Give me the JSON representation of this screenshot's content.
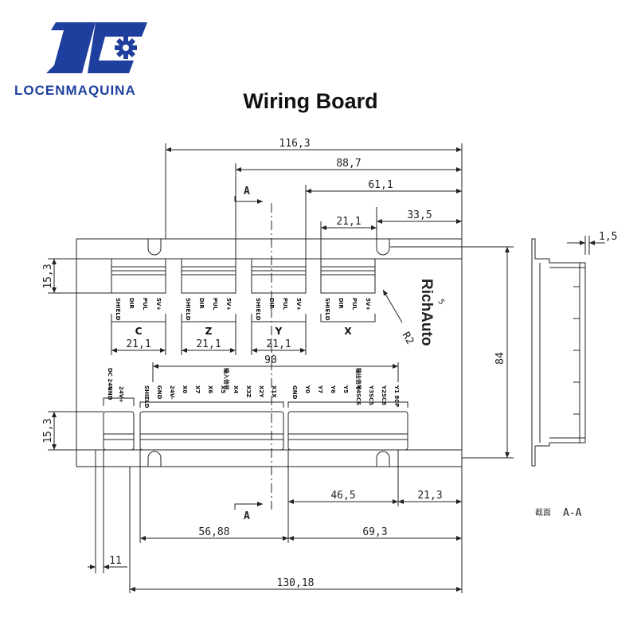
{
  "logo": {
    "name": "LOCENMAQUINA",
    "accent": "#1e3f9e"
  },
  "title": "Wiring Board",
  "brand": "RichAuto",
  "dimensions": {
    "overall_span": "116,3",
    "d_88_7": "88,7",
    "d_61_1": "61,1",
    "d_21_1_top": "21,1",
    "d_33_5": "33,5",
    "d_1_5": "1,5",
    "height_84": "84",
    "d_15_3_top": "15,3",
    "d_15_3_bottom": "15,3",
    "block_c": "21,1",
    "block_z": "21,1",
    "block_y": "21,1",
    "d_90": "90",
    "d_46_5": "46,5",
    "d_21_3": "21,3",
    "d_56_88": "56,88",
    "d_69_3": "69,3",
    "d_11": "11",
    "total_width": "130,18",
    "radius": "R2",
    "radius_5": "5"
  },
  "axes": {
    "c": "C",
    "z": "Z",
    "y": "Y",
    "x": "X"
  },
  "section_marks": {
    "top": "A",
    "bottom": "A"
  },
  "section_caption": {
    "prefix": "截面",
    "label": "A-A"
  },
  "axis_pins": [
    "SHIELD",
    "DIR",
    "PUL",
    "5V+"
  ],
  "power_pins": [
    "GND",
    "24V+"
  ],
  "power_header": "DC 24V",
  "input_header": "输入信号",
  "output_header": "输出信号",
  "input_pins": [
    "SHIELD",
    "GND",
    "24V-",
    "X0",
    "X7",
    "X6",
    "X5",
    "X4",
    "X3Z",
    "X2Y",
    "X1X"
  ],
  "output_pins": [
    "GND",
    "Y0",
    "Y7",
    "Y6",
    "Y5",
    "Y4SC6",
    "Y3SC5",
    "Y2SC8",
    "Y1 80P"
  ]
}
